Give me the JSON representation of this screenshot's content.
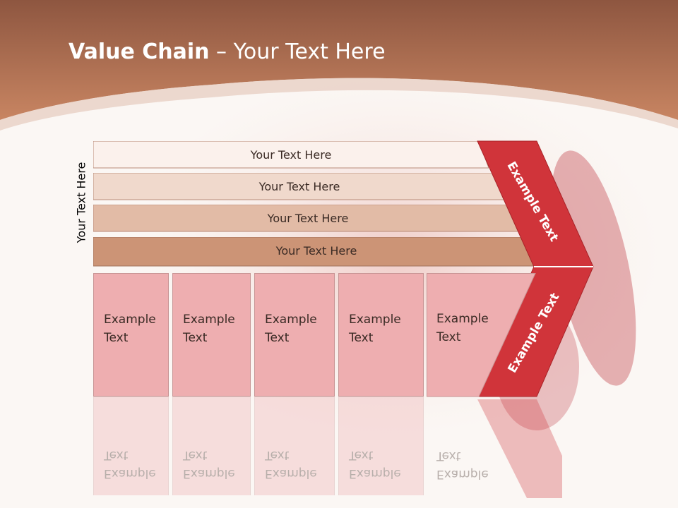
{
  "slide": {
    "title_bold": "Value Chain",
    "title_rest": " – Your Text Here",
    "side_label": "Your Text Here",
    "bars": [
      {
        "label": "Your Text Here",
        "color": "#fbf1ec"
      },
      {
        "label": "Your Text Here",
        "color": "#f0d9cc"
      },
      {
        "label": "Your Text Here",
        "color": "#e2bba6"
      },
      {
        "label": "Your Text Here",
        "color": "#cc9476"
      }
    ],
    "boxes": [
      {
        "line1": "Example",
        "line2": "Text"
      },
      {
        "line1": "Example",
        "line2": "Text"
      },
      {
        "line1": "Example",
        "line2": "Text"
      },
      {
        "line1": "Example",
        "line2": "Text"
      },
      {
        "line1": "Example",
        "line2": "Text"
      }
    ],
    "chevron_upper": "Example Text",
    "chevron_lower": "Example Text",
    "colors": {
      "header": "#b66c4c",
      "chevron": "#d0343a",
      "box_fill": "#eeaeb0"
    }
  }
}
